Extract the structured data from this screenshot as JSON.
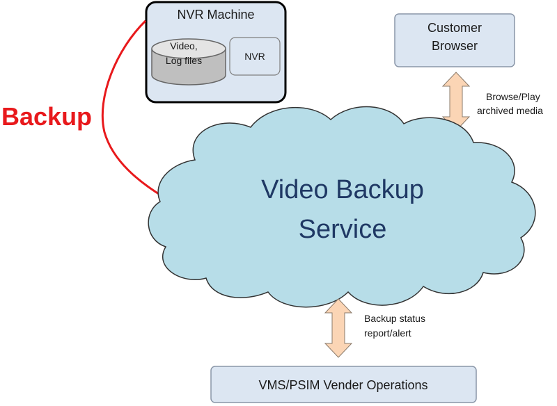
{
  "nvr_machine": {
    "title": "NVR Machine",
    "storage_label_line1": "Video,",
    "storage_label_line2": "Log files",
    "nvr_label": "NVR"
  },
  "customer_browser": {
    "line1": "Customer",
    "line2": "Browser"
  },
  "browse_arrow_label": {
    "line1": "Browse/Play",
    "line2": "archived media"
  },
  "backup_label": "Backup",
  "cloud": {
    "line1": "Video Backup",
    "line2": "Service"
  },
  "status_arrow_label": {
    "line1": "Backup status",
    "line2": "report/alert"
  },
  "operations_label": "VMS/PSIM Vender Operations",
  "colors": {
    "box_fill": "#dce6f2",
    "box_border_dark": "#000000",
    "box_border_light": "#8a96a8",
    "cloud_fill": "#b7dde8",
    "cloud_text": "#1f3864",
    "arrow_fill": "#fbd5b5",
    "arrow_stroke": "#8a7a6a",
    "backup_red": "#e8191c",
    "cylinder_fill": "#bfbfbf"
  }
}
